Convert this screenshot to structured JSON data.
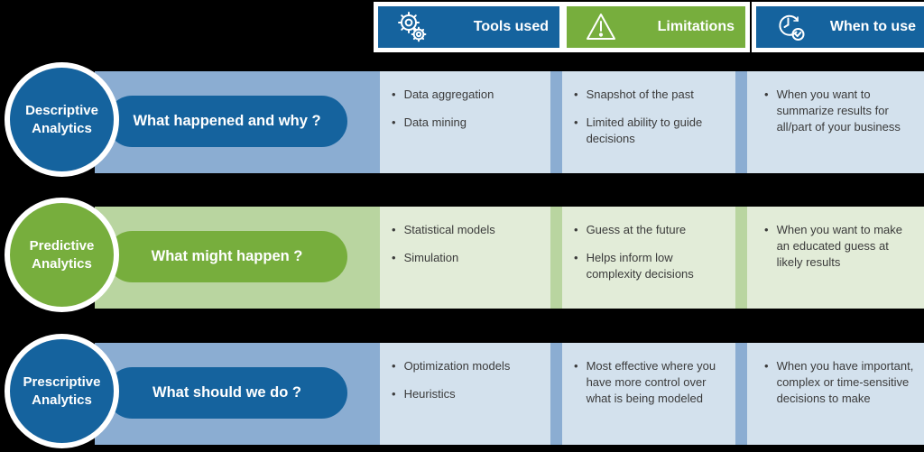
{
  "colors": {
    "dark_blue": "#15639e",
    "green": "#77ae3d",
    "band_blue": "#8badd2",
    "cell_blue": "#d3e1ed",
    "band_green": "#b9d5a0",
    "cell_green": "#e2ecd8",
    "body_text": "#3b3b3b",
    "background": "#000000",
    "white": "#ffffff"
  },
  "header": {
    "columns": [
      {
        "label": "Tools used",
        "icon": "gears-icon",
        "theme": "blue"
      },
      {
        "label": "Limitations",
        "icon": "warning-triangle-icon",
        "theme": "green"
      },
      {
        "label": "When to use",
        "icon": "clock-check-icon",
        "theme": "blue"
      }
    ]
  },
  "rows": [
    {
      "theme": "blue",
      "name_lines": [
        "Descriptive",
        "Analytics"
      ],
      "question": "What happened and why ?",
      "tools": [
        "Data aggregation",
        "Data mining"
      ],
      "limitations": [
        "Snapshot of the past",
        "Limited ability to guide decisions"
      ],
      "when_to_use": [
        "When you want to summarize results for all/part of your business"
      ]
    },
    {
      "theme": "green",
      "name_lines": [
        "Predictive",
        "Analytics"
      ],
      "question": "What might happen ?",
      "tools": [
        "Statistical models",
        "Simulation"
      ],
      "limitations": [
        "Guess at the future",
        "Helps inform low complexity decisions"
      ],
      "when_to_use": [
        "When you want to make an educated guess at likely results"
      ]
    },
    {
      "theme": "blue",
      "name_lines": [
        "Prescriptive",
        "Analytics"
      ],
      "question": "What should we do ?",
      "tools": [
        "Optimization models",
        "Heuristics"
      ],
      "limitations": [
        "Most effective where you have more control over what is being modeled"
      ],
      "when_to_use": [
        "When you have important, complex or time-sensitive decisions to make"
      ]
    }
  ]
}
